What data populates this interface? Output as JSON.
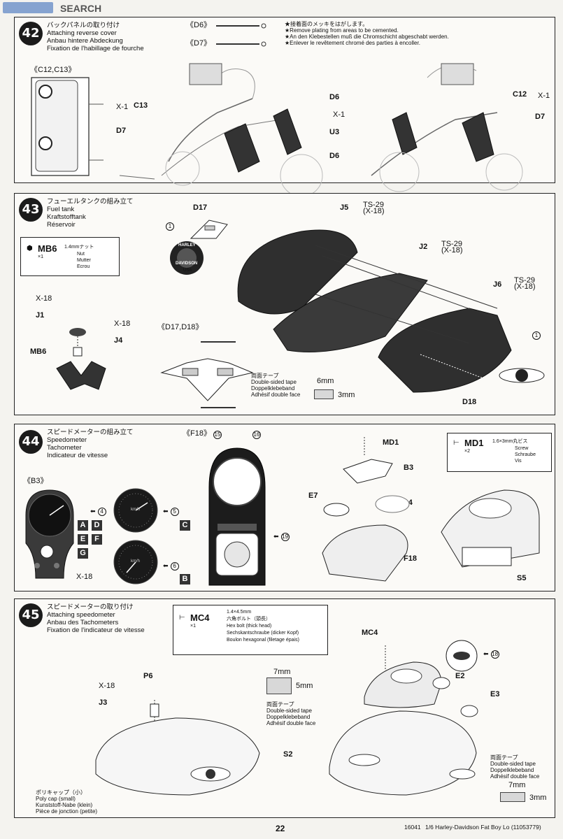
{
  "watermark": {
    "text": "SEARCH"
  },
  "step42": {
    "number": "42",
    "title_jp": "バックパネルの取り付け",
    "title_en": "Attaching reverse cover",
    "title_de": "Anbau hintere Abdeckung",
    "title_fr": "Fixation de l'habillage de fourche",
    "ref_d6": "《D6》",
    "ref_d7": "《D7》",
    "note_jp": "★接着面のメッキをはがします。",
    "note_en": "★Remove plating from areas to be cemented.",
    "note_de": "★An den Klebestellen muß die Chromschicht abgeschabt werden.",
    "note_fr": "★Enlever le revêtement chromé des parties à encoller.",
    "ref_c12c13": "《C12,C13》",
    "label_x1_c13": "X-1",
    "label_c13": "C13",
    "label_d7_left": "D7",
    "label_d6_top": "D6",
    "label_x1_u3": "X-1",
    "label_u3": "U3",
    "label_d6_bottom": "D6",
    "label_c12": "C12",
    "label_x1_c12": "X-1",
    "label_d7_right": "D7"
  },
  "step43": {
    "number": "43",
    "title_jp": "フューエルタンクの組み立て",
    "title_en": "Fuel tank",
    "title_de": "Kraftstofftank",
    "title_fr": "Réservoir",
    "mb6_code": "MB6",
    "mb6_size": "1.4mmナット",
    "mb6_qty": "×1",
    "mb6_en": "Nut",
    "mb6_de": "Mutter",
    "mb6_fr": "Ecrou",
    "label_x18_j1": "X-18",
    "label_j1": "J1",
    "label_x18_j4": "X-18",
    "label_j4": "J4",
    "label_mb6": "MB6",
    "label_d17": "D17",
    "callout_1a": "1",
    "label_j5": "J5",
    "label_j5_paint": "TS-29",
    "label_j5_paint2": "(X-18)",
    "label_j2": "J2",
    "label_j2_paint": "TS-29",
    "label_j2_paint2": "(X-18)",
    "label_j6": "J6",
    "label_j6_paint": "TS-29",
    "label_j6_paint2": "(X-18)",
    "callout_1b": "1",
    "label_d18": "D18",
    "ref_d17d18": "《D17,D18》",
    "tape_jp": "両面テープ",
    "tape_en": "Double-sided tape",
    "tape_de": "Doppelklebeband",
    "tape_fr": "Adhésif double face",
    "dim_w": "6mm",
    "dim_h": "3mm",
    "logo_text_1": "HARLEY",
    "logo_text_2": "DAVIDSON",
    "logo_text_3": "USA"
  },
  "step44": {
    "number": "44",
    "title_jp": "スピードメーターの組み立て",
    "title_en": "Speedometer",
    "title_de": "Tachometer",
    "title_fr": "Indicateur de vitesse",
    "ref_b3": "《B3》",
    "ref_f18": "《F18》",
    "callout_15": "15",
    "callout_16": "16",
    "callout_4": "4",
    "callout_5": "5",
    "callout_6": "6",
    "callout_19": "19",
    "letters_row1": [
      "A",
      "D"
    ],
    "letters_row2": [
      "E",
      "F"
    ],
    "letters_row3": [
      "G"
    ],
    "letter_c": "C",
    "letter_b": "B",
    "label_x18": "X-18",
    "label_md1": "MD1",
    "label_b3": "B3",
    "label_e7": "E7",
    "label_l4": "L4",
    "label_f18": "F18",
    "label_s5": "S5",
    "md1_code": "MD1",
    "md1_size": "1.6×3mm丸ビス",
    "md1_qty": "×2",
    "md1_en": "Screw",
    "md1_de": "Schraube",
    "md1_fr": "Vis",
    "gauge_unit": "km/h"
  },
  "step45": {
    "number": "45",
    "title_jp": "スピードメーターの取り付け",
    "title_en": "Attaching speedometer",
    "title_de": "Anbau des Tachometers",
    "title_fr": "Fixation de l'indicateur de vitesse",
    "mc4_code": "MC4",
    "mc4_qty": "×1",
    "mc4_size": "1.4×4.5mm",
    "mc4_jp": "六角ボルト（頭長）",
    "mc4_en": "Hex bolt (thick head)",
    "mc4_de": "Sechskantschraube (dicker Kopf)",
    "mc4_fr": "Boulon hexagonal (filetage épais)",
    "label_p6": "P6",
    "label_x18_j3": "X-18",
    "label_j3": "J3",
    "label_mc4": "MC4",
    "callout_18": "18",
    "label_e2": "E2",
    "label_e3": "E3",
    "label_s2": "S2",
    "dim_7mm_a": "7mm",
    "dim_5mm": "5mm",
    "tape_jp": "両面テープ",
    "tape_en": "Double-sided tape",
    "tape_de": "Doppelklebeband",
    "tape_fr": "Adhésif double face",
    "tape2_jp": "両面テープ",
    "tape2_en": "Double-sided tape",
    "tape2_de": "Doppelklebeband",
    "tape2_fr": "Adhésif double face",
    "dim_7mm_b": "7mm",
    "dim_3mm": "3mm",
    "cap_jp": "ポリキャップ（小）",
    "cap_en": "Poly cap (small)",
    "cap_de": "Kunststoff-Nabe (klein)",
    "cap_fr": "Pièce de jonction (petite)"
  },
  "footer": {
    "page_number": "22",
    "kit_code": "16041",
    "kit_name": "1/6 Harley-Davidson Fat Boy Lo (11053779)"
  }
}
